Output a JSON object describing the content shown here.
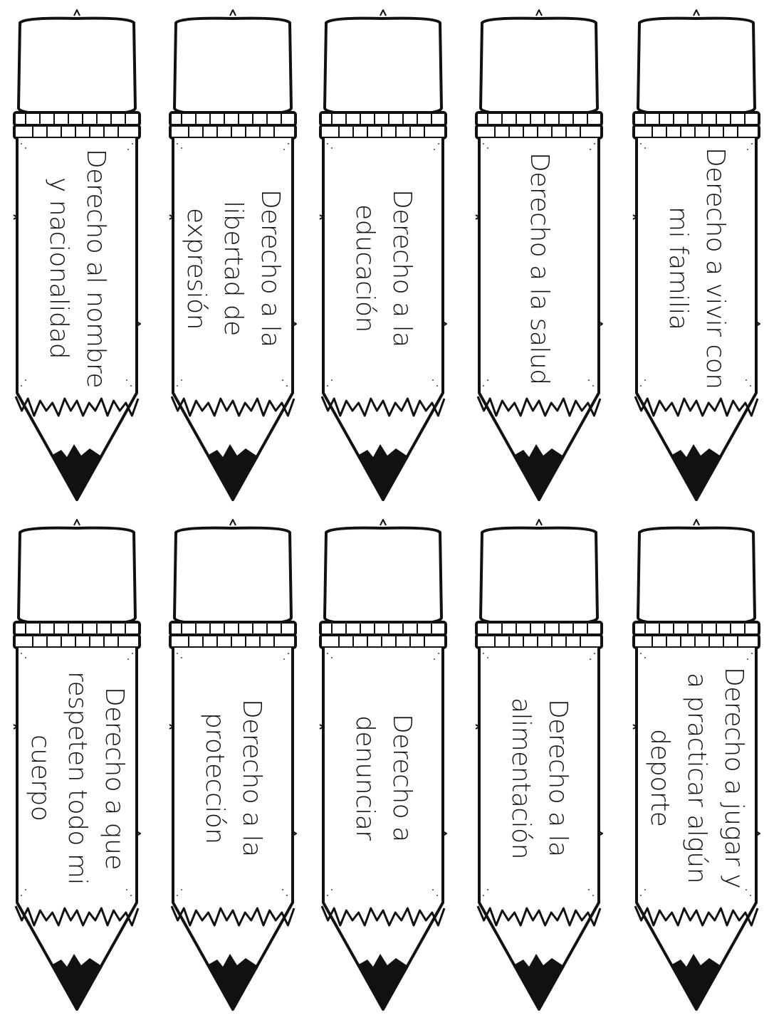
{
  "pencils": [
    {
      "row": "top",
      "text": "Derecho al nombre y nacionalidad"
    },
    {
      "row": "top",
      "text": "Derecho a la libertad de expresión"
    },
    {
      "row": "top",
      "text": "Derecho a la educación"
    },
    {
      "row": "top",
      "text": "Derecho a la salud"
    },
    {
      "row": "top",
      "text": "Derecho a vivir con mi familia"
    },
    {
      "row": "bottom",
      "text": "Derecho a que respeten todo mi cuerpo"
    },
    {
      "row": "bottom",
      "text": "Derecho a la protección"
    },
    {
      "row": "bottom",
      "text": "Derecho a denunciar"
    },
    {
      "row": "bottom",
      "text": "Derecho a la alimentación"
    },
    {
      "row": "bottom",
      "text": "Derecho a jugar y a practicar algún deporte"
    }
  ]
}
